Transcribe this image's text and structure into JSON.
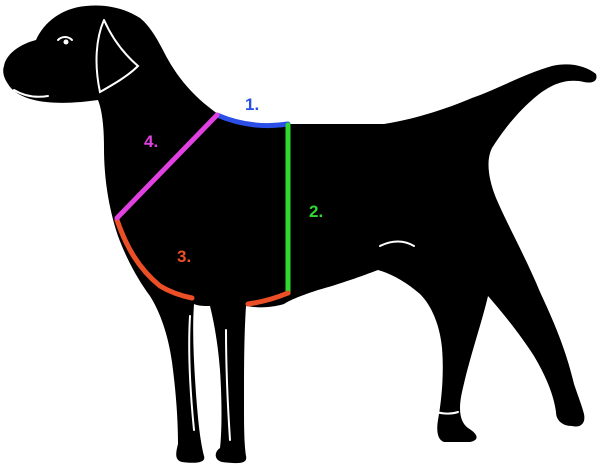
{
  "colors": {
    "background": "#ffffff",
    "silhouette": "#000000",
    "highlight": "#ffffff"
  },
  "measurements": [
    {
      "id": "m1",
      "label": "1.",
      "color": "#2a4ee6"
    },
    {
      "id": "m2",
      "label": "2.",
      "color": "#31d831"
    },
    {
      "id": "m3",
      "label": "3.",
      "color": "#ec4f26"
    },
    {
      "id": "m4",
      "label": "4.",
      "color": "#e040e0"
    }
  ]
}
